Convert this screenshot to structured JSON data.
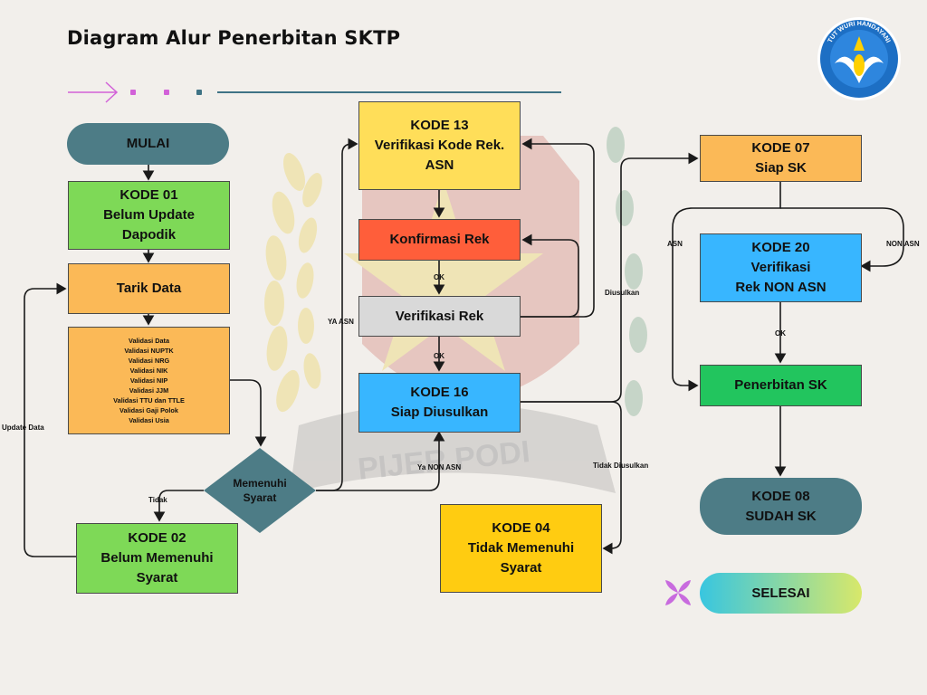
{
  "title": "Diagram Alur Penerbitan SKTP",
  "watermark_text": "PIJER PODI",
  "logo_text": "TUT WURI HANDAYANI",
  "nodes": {
    "mulai": "MULAI",
    "kode01": "KODE 01\nBelum Update\nDapodik",
    "tarik": "Tarik Data",
    "checks": [
      "Validasi Data",
      "Validasi NUPTK",
      "Validasi NRG",
      "Validasi NIK",
      "Validasi NIP",
      "Validasi JJM",
      "Validasi TTU dan TTLE",
      "Validasi Gaji Polok",
      "Validasi Usia"
    ],
    "memenuhi": "Memenuhi\nSyarat",
    "kode02": "KODE 02\nBelum Memenuhi\nSyarat",
    "kode13": "KODE 13\nVerifikasi Kode Rek.\nASN",
    "konfirmasi": "Konfirmasi Rek",
    "verifikasi": "Verifikasi Rek",
    "kode16": "KODE 16\nSiap Diusulkan",
    "kode04": "KODE 04\nTidak Memenuhi\nSyarat",
    "kode07": "KODE 07\nSiap SK",
    "kode20": "KODE 20\nVerifikasi\nRek NON ASN",
    "penerbitan": "Penerbitan SK",
    "kode08": "KODE 08\nSUDAH SK",
    "selesai": "SELESAI"
  },
  "edge_labels": {
    "update_data": "Update Data",
    "tidak": "Tidak",
    "ya_asn": "YA ASN",
    "ya_non_asn": "Ya NON ASN",
    "ok1": "OK",
    "ok2": "OK",
    "diusulkan": "Diusulkan",
    "tidak_diusulkan": "Tidak Diusulkan",
    "asn": "ASN",
    "non_asn": "NON ASN",
    "ok3": "OK"
  },
  "colors": {
    "green": "#7ed957",
    "orange": "#fbb957",
    "yellow_light": "#ffde59",
    "red": "#ff5e3a",
    "grey": "#d9d9d9",
    "blue": "#38b6ff",
    "yellow": "#ffcc11",
    "teal": "#4d7c86",
    "line": "#1a1a1a"
  }
}
